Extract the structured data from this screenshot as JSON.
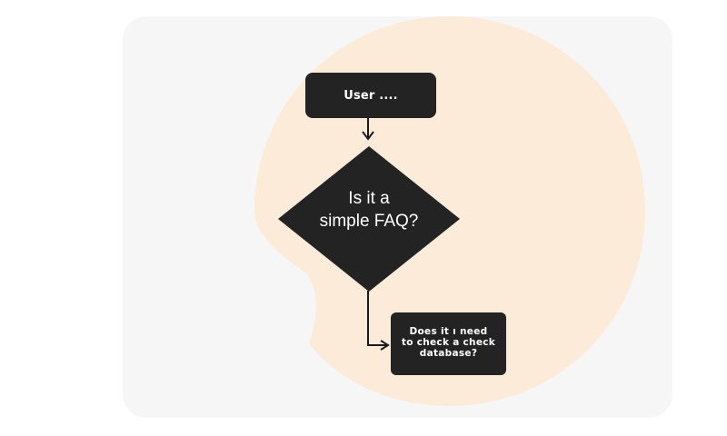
{
  "colors": {
    "page_background": "#ffffff",
    "panel_background": "#f6f6f7",
    "blob_fill": "#fdebd9",
    "node_fill": "#232323",
    "node_text": "#ffffff",
    "connector": "#1a1a1a"
  },
  "flowchart": {
    "nodes": [
      {
        "id": "start",
        "shape": "rounded-rectangle",
        "label": "User ...."
      },
      {
        "id": "decision",
        "shape": "diamond",
        "label_line1": "Is it a",
        "label_line2": "simple FAQ?"
      },
      {
        "id": "check",
        "shape": "rounded-rectangle",
        "label_line1": "Does it ı need",
        "label_line2": "to check a check",
        "label_line3": "database?"
      }
    ],
    "edges": [
      {
        "from": "start",
        "to": "decision",
        "direction": "down"
      },
      {
        "from": "decision",
        "to": "check",
        "direction": "down-then-right"
      }
    ]
  }
}
